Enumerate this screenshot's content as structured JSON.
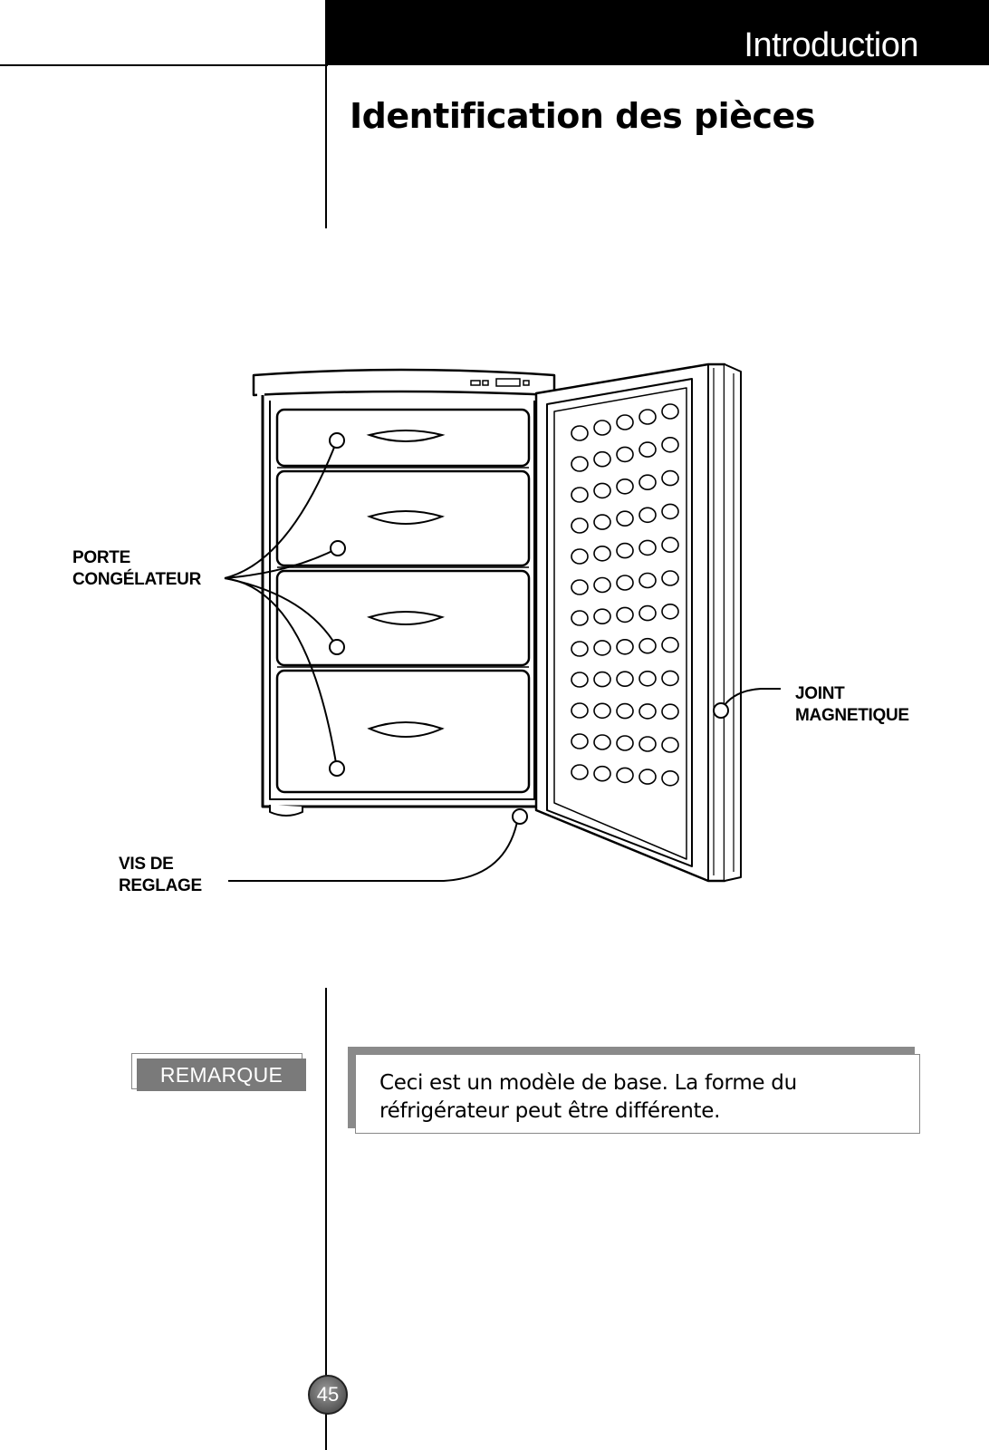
{
  "header": {
    "section_title": "Introduction"
  },
  "page": {
    "title": "Identification des pièces",
    "number": "45"
  },
  "callouts": {
    "door": [
      "PORTE",
      "CONGÉLATEUR"
    ],
    "gasket": [
      "JOINT",
      "MAGNETIQUE"
    ],
    "screw": [
      "VIS DE",
      "REGLAGE"
    ]
  },
  "note": {
    "tag": "REMARQUE",
    "text": "Ceci est un modèle de base. La forme du réfrigérateur peut être différente."
  }
}
